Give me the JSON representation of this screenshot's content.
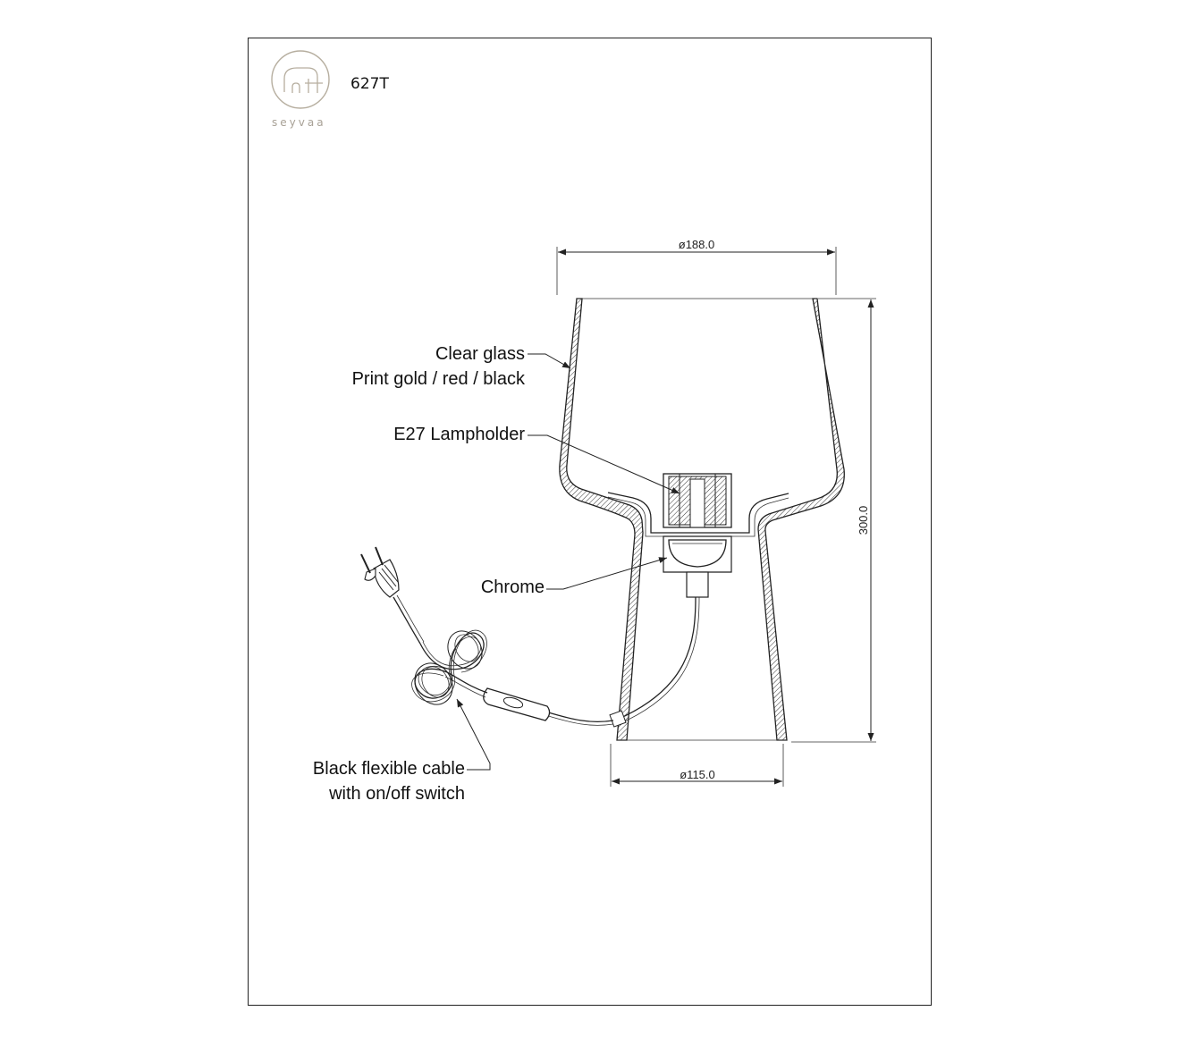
{
  "header": {
    "brand": "seyvaa",
    "model": "627T"
  },
  "callouts": {
    "glass_line1": "Clear glass",
    "glass_line2": "Print gold / red / black",
    "lampholder": "E27 Lampholder",
    "chrome": "Chrome",
    "cable_line1": "Black flexible cable",
    "cable_line2": "with on/off switch"
  },
  "dimensions": {
    "top_diameter": "ø188.0",
    "height": "300.0",
    "bottom_diameter": "ø115.0"
  },
  "colors": {
    "line": "#222222",
    "logo": "#a8a196"
  }
}
